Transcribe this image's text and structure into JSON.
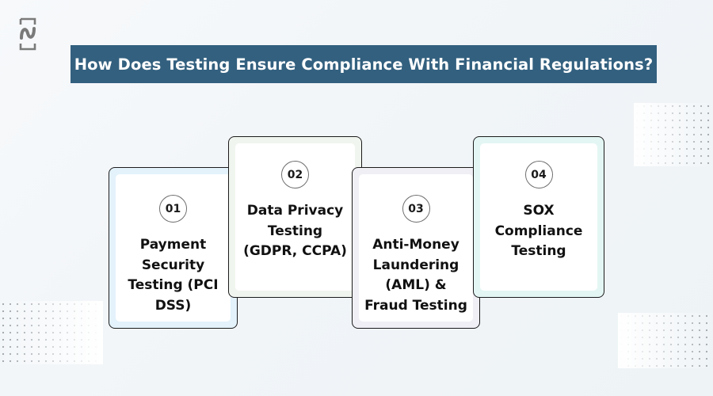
{
  "logo": {
    "icon": "brand-logo-icon"
  },
  "header": {
    "title": "How Does Testing Ensure Compliance With Financial Regulations?"
  },
  "colors": {
    "title_bar": "#33607f",
    "title_text": "#ffffff",
    "card_border": "#1c1c1c",
    "badge_border": "#6e6e6e",
    "card1_tint": "#e3f2fb",
    "card2_tint": "#f1f5ef",
    "card3_tint": "#f0eff5",
    "card4_tint": "#e3f6f3"
  },
  "steps": [
    {
      "number": "01",
      "label": "Payment Security Testing (PCI DSS)"
    },
    {
      "number": "02",
      "label": "Data Privacy Testing (GDPR, CCPA)"
    },
    {
      "number": "03",
      "label": "Anti-Money Laundering (AML) & Fraud Testing"
    },
    {
      "number": "04",
      "label": "SOX Compliance Testing"
    }
  ]
}
